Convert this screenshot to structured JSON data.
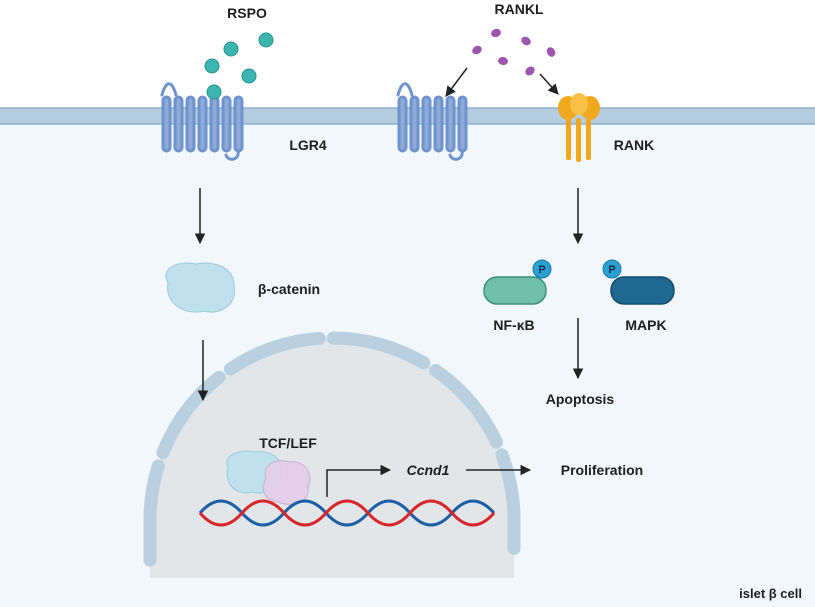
{
  "labels": {
    "rspo": "RSPO",
    "rankl": "RANKL",
    "lgr4": "LGR4",
    "rank": "RANK",
    "beta_catenin": "β-catenin",
    "nfkb": "NF-κB",
    "mapk": "MAPK",
    "phospho": "P",
    "apoptosis": "Apoptosis",
    "tcf_lef": "TCF/LEF",
    "ccnd1": "Ccnd1",
    "proliferation": "Proliferation",
    "cell": "islet β cell"
  },
  "colors": {
    "membrane": "#b5cde0",
    "cytoplasm": "#f1f7fb",
    "nucleus": "#e3e6e8",
    "receptor": "#6f93cc",
    "rspo_ligand": "#3bb5ad",
    "rankl_ligand": "#9d56b0",
    "rank_receptor": "#f0a81e",
    "beta_catenin": "#bfe0ef",
    "nfkb": "#6fbfaa",
    "mapk": "#1e6891",
    "phospho": "#2ba0d2",
    "dna_red": "#d6282c",
    "dna_blue": "#1d5fa6"
  }
}
